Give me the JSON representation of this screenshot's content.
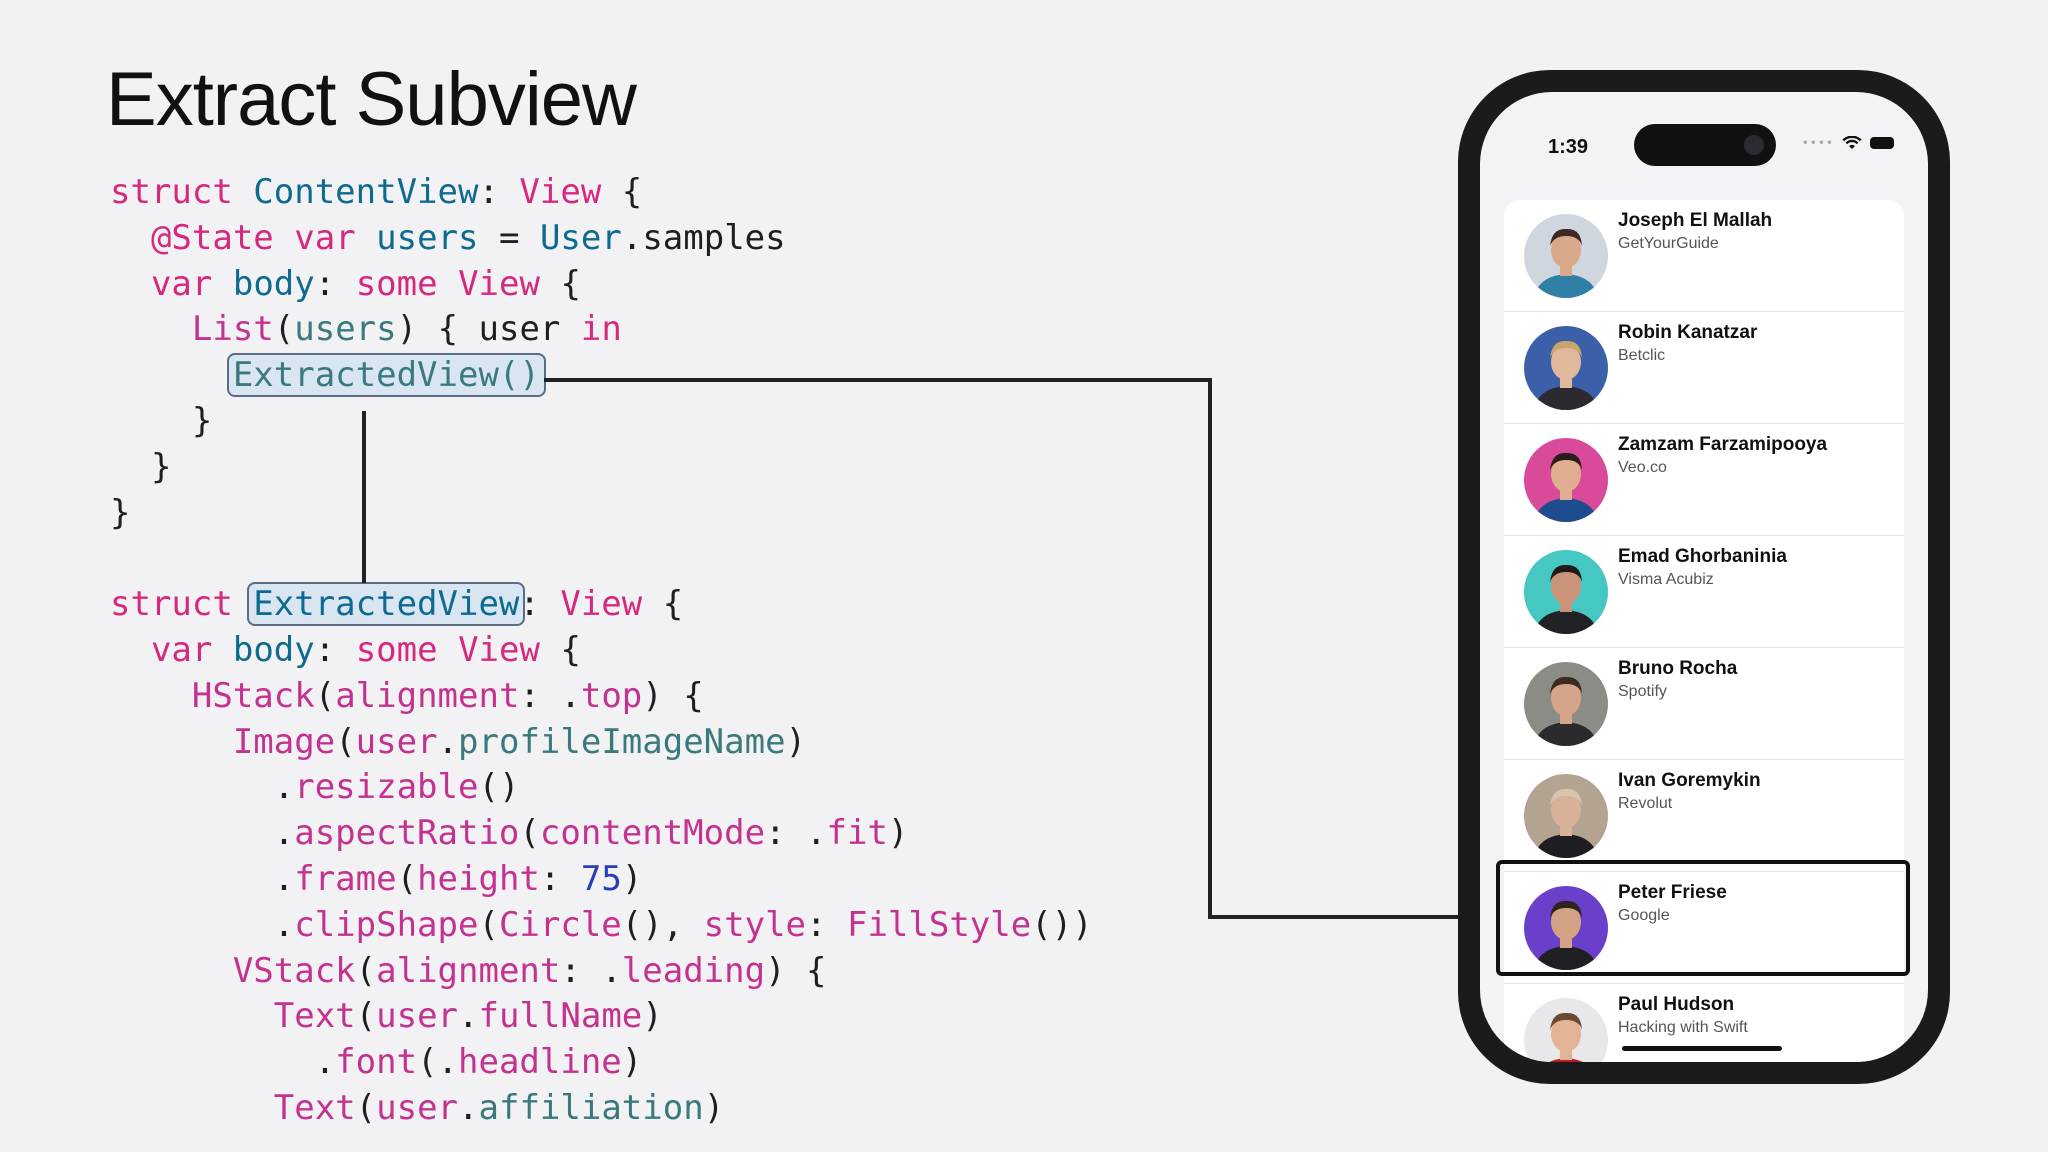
{
  "slide": {
    "title": "Extract Subview"
  },
  "code_lines": [
    [
      {
        "t": "struct ",
        "c": "kw"
      },
      {
        "t": "ContentView",
        "c": "ty"
      },
      {
        "t": ": ",
        "c": "pl"
      },
      {
        "t": "View",
        "c": "kw"
      },
      {
        "t": " {",
        "c": "pl"
      }
    ],
    [
      {
        "t": "  ",
        "c": "pl"
      },
      {
        "t": "@State",
        "c": "kw"
      },
      {
        "t": " ",
        "c": "pl"
      },
      {
        "t": "var",
        "c": "kw"
      },
      {
        "t": " ",
        "c": "pl"
      },
      {
        "t": "users",
        "c": "ty"
      },
      {
        "t": " = ",
        "c": "pl"
      },
      {
        "t": "User",
        "c": "ty"
      },
      {
        "t": ".samples",
        "c": "pl"
      }
    ],
    [
      {
        "t": "  ",
        "c": "pl"
      },
      {
        "t": "var",
        "c": "kw"
      },
      {
        "t": " ",
        "c": "pl"
      },
      {
        "t": "body",
        "c": "ty"
      },
      {
        "t": ": ",
        "c": "pl"
      },
      {
        "t": "some",
        "c": "kw"
      },
      {
        "t": " ",
        "c": "pl"
      },
      {
        "t": "View",
        "c": "kw"
      },
      {
        "t": " {",
        "c": "pl"
      }
    ],
    [
      {
        "t": "    ",
        "c": "pl"
      },
      {
        "t": "List",
        "c": "fn"
      },
      {
        "t": "(",
        "c": "pl"
      },
      {
        "t": "users",
        "c": "pr"
      },
      {
        "t": ") { user ",
        "c": "pl"
      },
      {
        "t": "in",
        "c": "kw"
      }
    ],
    [
      {
        "t": "      ",
        "c": "pl"
      },
      {
        "t": "ExtractedView()",
        "c": "pr",
        "hl": true
      }
    ],
    [
      {
        "t": "    }",
        "c": "pl"
      }
    ],
    [
      {
        "t": "  }",
        "c": "pl"
      }
    ],
    [
      {
        "t": "}",
        "c": "pl"
      }
    ],
    [
      {
        "t": "",
        "c": "pl"
      }
    ],
    [
      {
        "t": "struct ",
        "c": "kw"
      },
      {
        "t": "ExtractedView",
        "c": "ty",
        "hl": true
      },
      {
        "t": ": ",
        "c": "pl"
      },
      {
        "t": "View",
        "c": "kw"
      },
      {
        "t": " {",
        "c": "pl"
      }
    ],
    [
      {
        "t": "  ",
        "c": "pl"
      },
      {
        "t": "var",
        "c": "kw"
      },
      {
        "t": " ",
        "c": "pl"
      },
      {
        "t": "body",
        "c": "ty"
      },
      {
        "t": ": ",
        "c": "pl"
      },
      {
        "t": "some",
        "c": "kw"
      },
      {
        "t": " ",
        "c": "pl"
      },
      {
        "t": "View",
        "c": "kw"
      },
      {
        "t": " {",
        "c": "pl"
      }
    ],
    [
      {
        "t": "    ",
        "c": "pl"
      },
      {
        "t": "HStack",
        "c": "fn"
      },
      {
        "t": "(",
        "c": "pl"
      },
      {
        "t": "alignment",
        "c": "fn"
      },
      {
        "t": ": .",
        "c": "pl"
      },
      {
        "t": "top",
        "c": "fn"
      },
      {
        "t": ") {",
        "c": "pl"
      }
    ],
    [
      {
        "t": "      ",
        "c": "pl"
      },
      {
        "t": "Image",
        "c": "fn"
      },
      {
        "t": "(",
        "c": "pl"
      },
      {
        "t": "user",
        "c": "fn"
      },
      {
        "t": ".",
        "c": "pl"
      },
      {
        "t": "profileImageName",
        "c": "pr"
      },
      {
        "t": ")",
        "c": "pl"
      }
    ],
    [
      {
        "t": "        .",
        "c": "pl"
      },
      {
        "t": "resizable",
        "c": "fn"
      },
      {
        "t": "()",
        "c": "pl"
      }
    ],
    [
      {
        "t": "        .",
        "c": "pl"
      },
      {
        "t": "aspectRatio",
        "c": "fn"
      },
      {
        "t": "(",
        "c": "pl"
      },
      {
        "t": "contentMode",
        "c": "fn"
      },
      {
        "t": ": .",
        "c": "pl"
      },
      {
        "t": "fit",
        "c": "fn"
      },
      {
        "t": ")",
        "c": "pl"
      }
    ],
    [
      {
        "t": "        .",
        "c": "pl"
      },
      {
        "t": "frame",
        "c": "fn"
      },
      {
        "t": "(",
        "c": "pl"
      },
      {
        "t": "height",
        "c": "fn"
      },
      {
        "t": ": ",
        "c": "pl"
      },
      {
        "t": "75",
        "c": "num"
      },
      {
        "t": ")",
        "c": "pl"
      }
    ],
    [
      {
        "t": "        .",
        "c": "pl"
      },
      {
        "t": "clipShape",
        "c": "fn"
      },
      {
        "t": "(",
        "c": "pl"
      },
      {
        "t": "Circle",
        "c": "fn"
      },
      {
        "t": "(), ",
        "c": "pl"
      },
      {
        "t": "style",
        "c": "fn"
      },
      {
        "t": ": ",
        "c": "pl"
      },
      {
        "t": "FillStyle",
        "c": "fn"
      },
      {
        "t": "())",
        "c": "pl"
      }
    ],
    [
      {
        "t": "      ",
        "c": "pl"
      },
      {
        "t": "VStack",
        "c": "fn"
      },
      {
        "t": "(",
        "c": "pl"
      },
      {
        "t": "alignment",
        "c": "fn"
      },
      {
        "t": ": .",
        "c": "pl"
      },
      {
        "t": "leading",
        "c": "fn"
      },
      {
        "t": ") {",
        "c": "pl"
      }
    ],
    [
      {
        "t": "        ",
        "c": "pl"
      },
      {
        "t": "Text",
        "c": "fn"
      },
      {
        "t": "(",
        "c": "pl"
      },
      {
        "t": "user",
        "c": "fn"
      },
      {
        "t": ".",
        "c": "pl"
      },
      {
        "t": "fullName",
        "c": "fn"
      },
      {
        "t": ")",
        "c": "pl"
      }
    ],
    [
      {
        "t": "          .",
        "c": "pl"
      },
      {
        "t": "font",
        "c": "fn"
      },
      {
        "t": "(.",
        "c": "pl"
      },
      {
        "t": "headline",
        "c": "fn"
      },
      {
        "t": ")",
        "c": "pl"
      }
    ],
    [
      {
        "t": "        ",
        "c": "pl"
      },
      {
        "t": "Text",
        "c": "fn"
      },
      {
        "t": "(",
        "c": "pl"
      },
      {
        "t": "user",
        "c": "fn"
      },
      {
        "t": ".",
        "c": "pl"
      },
      {
        "t": "affiliation",
        "c": "pr"
      },
      {
        "t": ")",
        "c": "pl"
      }
    ]
  ],
  "phone": {
    "time": "1:39",
    "users": [
      {
        "name": "Joseph El Mallah",
        "affiliation": "GetYourGuide",
        "bg": "#cfd6dd",
        "skin": "#d9a88a",
        "hair": "#3a2a22",
        "shirt": "#2f7fa6"
      },
      {
        "name": "Robin Kanatzar",
        "affiliation": "Betclic",
        "bg": "#3b5fa8",
        "skin": "#e2b89c",
        "hair": "#c9a46b",
        "shirt": "#2a2a30"
      },
      {
        "name": "Zamzam Farzamipooya",
        "affiliation": "Veo.co",
        "bg": "#d94a9a",
        "skin": "#e0ad90",
        "hair": "#2a1c18",
        "shirt": "#1d4d8f"
      },
      {
        "name": "Emad Ghorbaninia",
        "affiliation": "Visma Acubiz",
        "bg": "#46c7c2",
        "skin": "#c99378",
        "hair": "#1f1a18",
        "shirt": "#222226"
      },
      {
        "name": "Bruno Rocha",
        "affiliation": "Spotify",
        "bg": "#8c8c86",
        "skin": "#d6a489",
        "hair": "#3b2b22",
        "shirt": "#2b2b2e"
      },
      {
        "name": "Ivan Goremykin",
        "affiliation": "Revolut",
        "bg": "#b3a391",
        "skin": "#d8b198",
        "hair": "#d8c3ad",
        "shirt": "#1d1d22"
      },
      {
        "name": "Peter Friese",
        "affiliation": "Google",
        "bg": "#6a3fc9",
        "skin": "#d3a283",
        "hair": "#2e2520",
        "shirt": "#202024"
      },
      {
        "name": "Paul Hudson",
        "affiliation": "Hacking with Swift",
        "bg": "#e8e8ea",
        "skin": "#e2b395",
        "hair": "#6b4a34",
        "shirt": "#b41f2a"
      }
    ],
    "selected_index": 6
  }
}
